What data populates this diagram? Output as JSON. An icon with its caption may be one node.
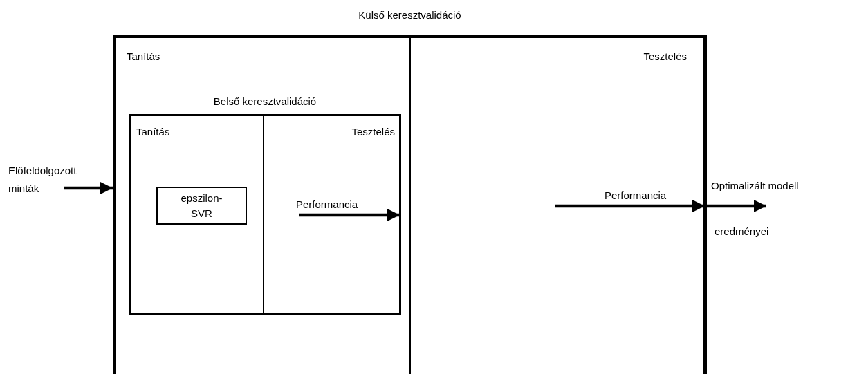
{
  "diagram": {
    "nodes": [
      {
        "text": [
          "Külső keresztvalidáció"
        ]
      },
      {
        "text": [
          "Tanítás"
        ],
        "in": 0
      },
      {
        "text": [
          "Tesztelés"
        ],
        "in": 0
      },
      {
        "text": [
          "Belső keresztvalidáció"
        ],
        "in": 1
      },
      {
        "text": [
          "Tanítás"
        ],
        "in": 3
      },
      {
        "text": [
          "Tesztelés"
        ],
        "in": 3
      },
      {
        "text": [
          "epszilon-SVR"
        ],
        "in": 4
      },
      {
        "text": [
          "Előfeldolgozott minták"
        ]
      }
    ],
    "edges": [
      {
        "from": 7,
        "to": 0,
        "arrow": "to"
      },
      {
        "from": null,
        "to": 3,
        "arrow": "to",
        "label": "Performancia"
      },
      {
        "from": null,
        "to": 0,
        "arrow": "to",
        "label": "Performancia"
      },
      {
        "from": 0,
        "to": null,
        "arrow": "to",
        "label": "Optimalizált modell"
      }
    ],
    "labels": [
      "eredményei"
    ]
  }
}
